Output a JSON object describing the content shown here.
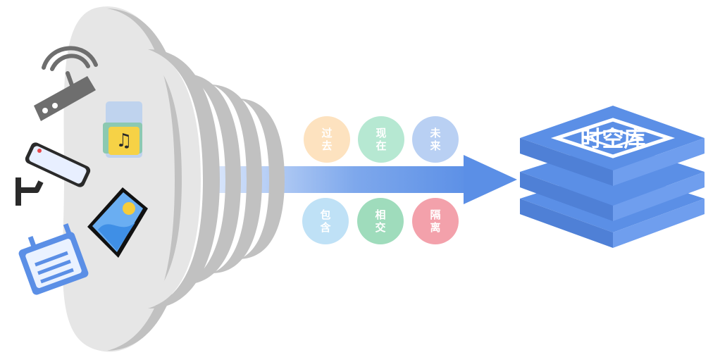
{
  "database": {
    "label": "时空库"
  },
  "relations": {
    "temporal": [
      {
        "chars": [
          "过",
          "去"
        ],
        "color": "#fde2bf"
      },
      {
        "chars": [
          "现",
          "在"
        ],
        "color": "#b6e8d2"
      },
      {
        "chars": [
          "未",
          "来"
        ],
        "color": "#b9d0f3"
      }
    ],
    "spatial": [
      {
        "chars": [
          "包",
          "含"
        ],
        "color": "#bfe1f6"
      },
      {
        "chars": [
          "相",
          "交"
        ],
        "color": "#9fdcbc"
      },
      {
        "chars": [
          "隔",
          "离"
        ],
        "color": "#f3a1ab"
      }
    ]
  },
  "sources": [
    {
      "icon": "router-icon"
    },
    {
      "icon": "music-file-icon"
    },
    {
      "icon": "security-camera-icon"
    },
    {
      "icon": "image-icon"
    },
    {
      "icon": "notepad-icon"
    }
  ],
  "colors": {
    "funnel_gray": "#c1c1c1",
    "funnel_light": "#e6e6e6",
    "arrow_blue": "#5b8fe6",
    "db_blue": "#5b8fe6"
  }
}
